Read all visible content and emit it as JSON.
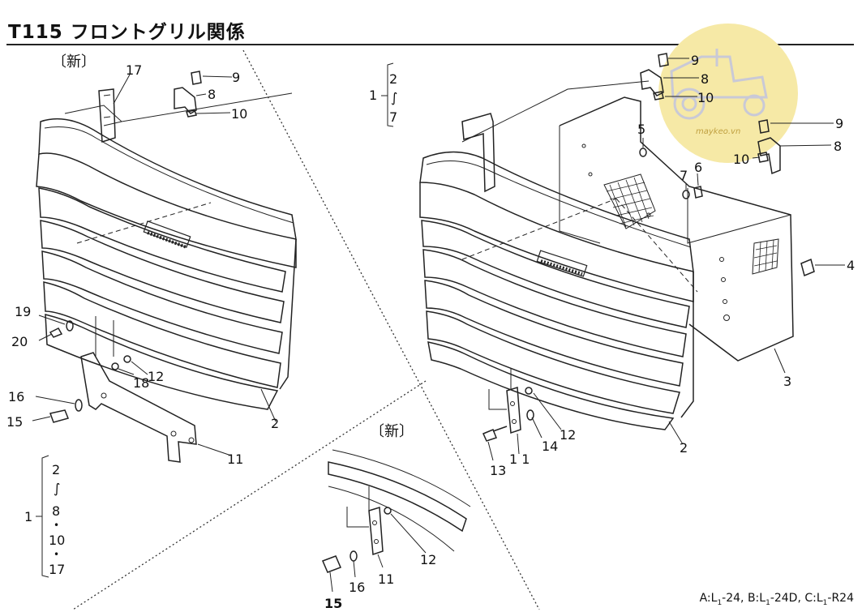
{
  "title": "T115 フロントグリル関係",
  "labels": {
    "new_tag": "〔新〕",
    "new_tag_inset": "〔新〕",
    "p1": "1",
    "p2": "2",
    "p3": "3",
    "p4": "4",
    "p5": "5",
    "p6": "6",
    "p7": "7",
    "p8": "8",
    "p9": "9",
    "p10": "10",
    "p11": "11",
    "p11b": "1 1",
    "p12": "12",
    "p13": "13",
    "p14": "14",
    "p15": "15",
    "p16": "16",
    "p17": "17",
    "p18": "18",
    "p19": "19",
    "p20": "20",
    "bullet": "•",
    "tilde": "∫"
  },
  "watermark": {
    "text": "maykeo.vn",
    "color": "#f3e39a"
  },
  "footnote": {
    "a_prefix": "A:L",
    "a_sub": "1",
    "a_suffix": "-24,",
    "b_prefix": "B:L",
    "b_sub": "1",
    "b_suffix": "-24D,",
    "c_prefix": "C:L",
    "c_sub": "1",
    "c_suffix": "-R24"
  }
}
